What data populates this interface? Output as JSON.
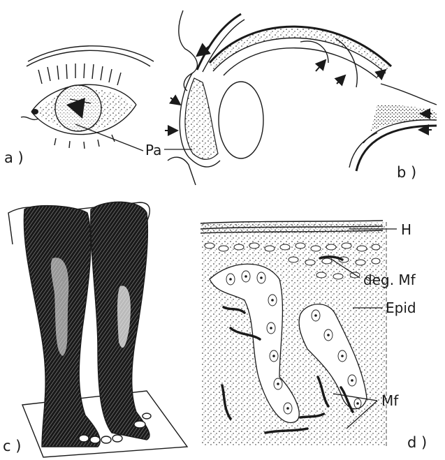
{
  "panels": [
    {
      "id": "a",
      "label": "a )"
    },
    {
      "id": "b",
      "label": "b )"
    },
    {
      "id": "c",
      "label": "c )"
    },
    {
      "id": "d",
      "label": "d )"
    }
  ],
  "annotations": {
    "pa": "Pa",
    "h": "H",
    "deg_mf": "deg. Mf",
    "epid": "Epid",
    "mf": "Mf"
  }
}
